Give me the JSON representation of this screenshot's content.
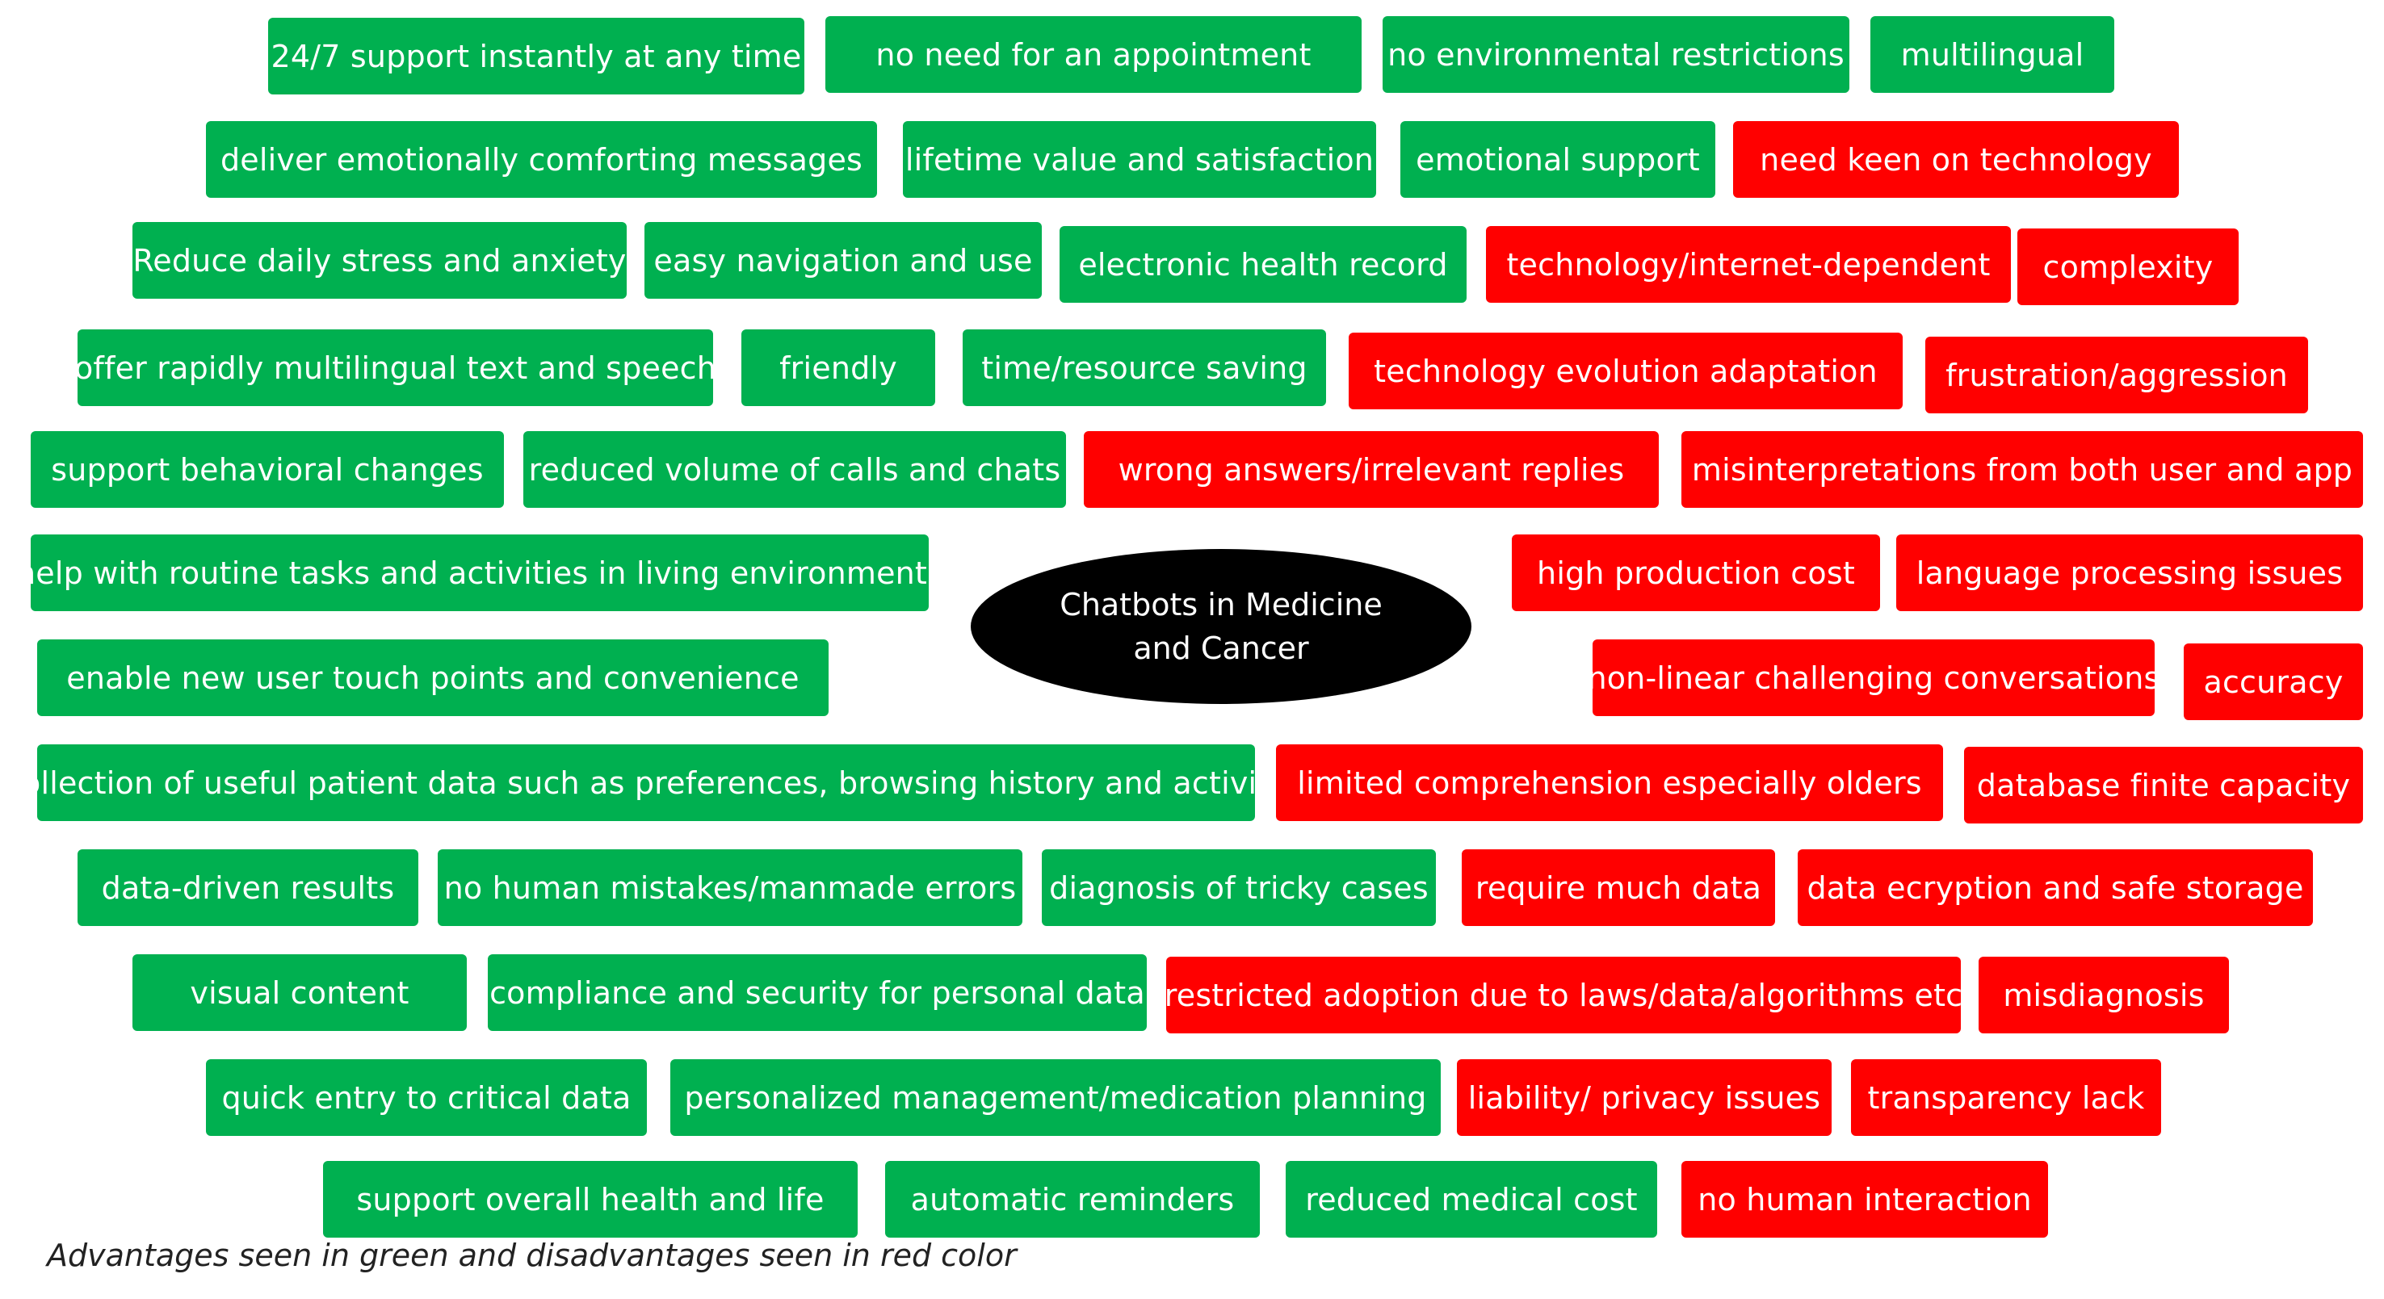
{
  "center": {
    "line1": "Chatbots in Medicine",
    "line2": "and Cancer"
  },
  "caption": "Advantages seen in green and disadvantages seen in red color",
  "colors": {
    "advantage": "#00b050",
    "disadvantage": "#ff0000",
    "center": "#000000"
  },
  "items": [
    {
      "id": "a1",
      "label": "24/7 support instantly at any time",
      "kind": "advantage"
    },
    {
      "id": "a2",
      "label": "no need for an appointment",
      "kind": "advantage"
    },
    {
      "id": "a3",
      "label": "no environmental restrictions",
      "kind": "advantage"
    },
    {
      "id": "a4",
      "label": "multilingual",
      "kind": "advantage"
    },
    {
      "id": "a5",
      "label": "deliver emotionally comforting messages",
      "kind": "advantage"
    },
    {
      "id": "a6",
      "label": "lifetime value and satisfaction",
      "kind": "advantage"
    },
    {
      "id": "a7",
      "label": "emotional support",
      "kind": "advantage"
    },
    {
      "id": "d1",
      "label": "need keen on technology",
      "kind": "disadvantage"
    },
    {
      "id": "a8",
      "label": "Reduce daily stress and anxiety",
      "kind": "advantage"
    },
    {
      "id": "a9",
      "label": "easy navigation and use",
      "kind": "advantage"
    },
    {
      "id": "a10",
      "label": "electronic health record",
      "kind": "advantage"
    },
    {
      "id": "d2",
      "label": "technology/internet-dependent",
      "kind": "disadvantage"
    },
    {
      "id": "d3",
      "label": "complexity",
      "kind": "disadvantage"
    },
    {
      "id": "a11",
      "label": "offer rapidly multilingual text and speech",
      "kind": "advantage"
    },
    {
      "id": "a12",
      "label": "friendly",
      "kind": "advantage"
    },
    {
      "id": "a13",
      "label": "time/resource saving",
      "kind": "advantage"
    },
    {
      "id": "d4",
      "label": "technology evolution adaptation",
      "kind": "disadvantage"
    },
    {
      "id": "d5",
      "label": "frustration/aggression",
      "kind": "disadvantage"
    },
    {
      "id": "a14",
      "label": "support behavioral changes",
      "kind": "advantage"
    },
    {
      "id": "a15",
      "label": "reduced volume of calls and chats",
      "kind": "advantage"
    },
    {
      "id": "d6",
      "label": "wrong answers/irrelevant replies",
      "kind": "disadvantage"
    },
    {
      "id": "d7",
      "label": "misinterpretations from both user and app",
      "kind": "disadvantage"
    },
    {
      "id": "a16",
      "label": "help with routine tasks and activities in living environments",
      "kind": "advantage"
    },
    {
      "id": "d8",
      "label": "high production cost",
      "kind": "disadvantage"
    },
    {
      "id": "d9",
      "label": "language processing issues",
      "kind": "disadvantage"
    },
    {
      "id": "a17",
      "label": "enable new user touch points and convenience",
      "kind": "advantage"
    },
    {
      "id": "d10",
      "label": "non-linear challenging conversations",
      "kind": "disadvantage"
    },
    {
      "id": "d11",
      "label": "accuracy",
      "kind": "disadvantage"
    },
    {
      "id": "a18",
      "label": "collection of useful patient data such as preferences, browsing history and activity",
      "kind": "advantage"
    },
    {
      "id": "d12",
      "label": "limited comprehension especially olders",
      "kind": "disadvantage"
    },
    {
      "id": "d13",
      "label": "database finite capacity",
      "kind": "disadvantage"
    },
    {
      "id": "a19",
      "label": "data-driven results",
      "kind": "advantage"
    },
    {
      "id": "a20",
      "label": "no human mistakes/manmade errors",
      "kind": "advantage"
    },
    {
      "id": "a21",
      "label": "diagnosis of tricky cases",
      "kind": "advantage"
    },
    {
      "id": "d14",
      "label": "require much data",
      "kind": "disadvantage"
    },
    {
      "id": "d15",
      "label": "data ecryption and  safe storage",
      "kind": "disadvantage"
    },
    {
      "id": "a22",
      "label": "visual content",
      "kind": "advantage"
    },
    {
      "id": "a23",
      "label": "compliance and security for personal data",
      "kind": "advantage"
    },
    {
      "id": "d16",
      "label": "restricted adoption due to laws/data/algorithms etc",
      "kind": "disadvantage"
    },
    {
      "id": "d17",
      "label": "misdiagnosis",
      "kind": "disadvantage"
    },
    {
      "id": "a24",
      "label": "quick entry to critical data",
      "kind": "advantage"
    },
    {
      "id": "a25",
      "label": "personalized management/medication planning",
      "kind": "advantage"
    },
    {
      "id": "d18",
      "label": "liability/ privacy issues",
      "kind": "disadvantage"
    },
    {
      "id": "d19",
      "label": "transparency lack",
      "kind": "disadvantage"
    },
    {
      "id": "a26",
      "label": "support overall health and life",
      "kind": "advantage"
    },
    {
      "id": "a27",
      "label": "automatic reminders",
      "kind": "advantage"
    },
    {
      "id": "a28",
      "label": "reduced medical cost",
      "kind": "advantage"
    },
    {
      "id": "d20",
      "label": "no human interaction",
      "kind": "disadvantage"
    }
  ]
}
